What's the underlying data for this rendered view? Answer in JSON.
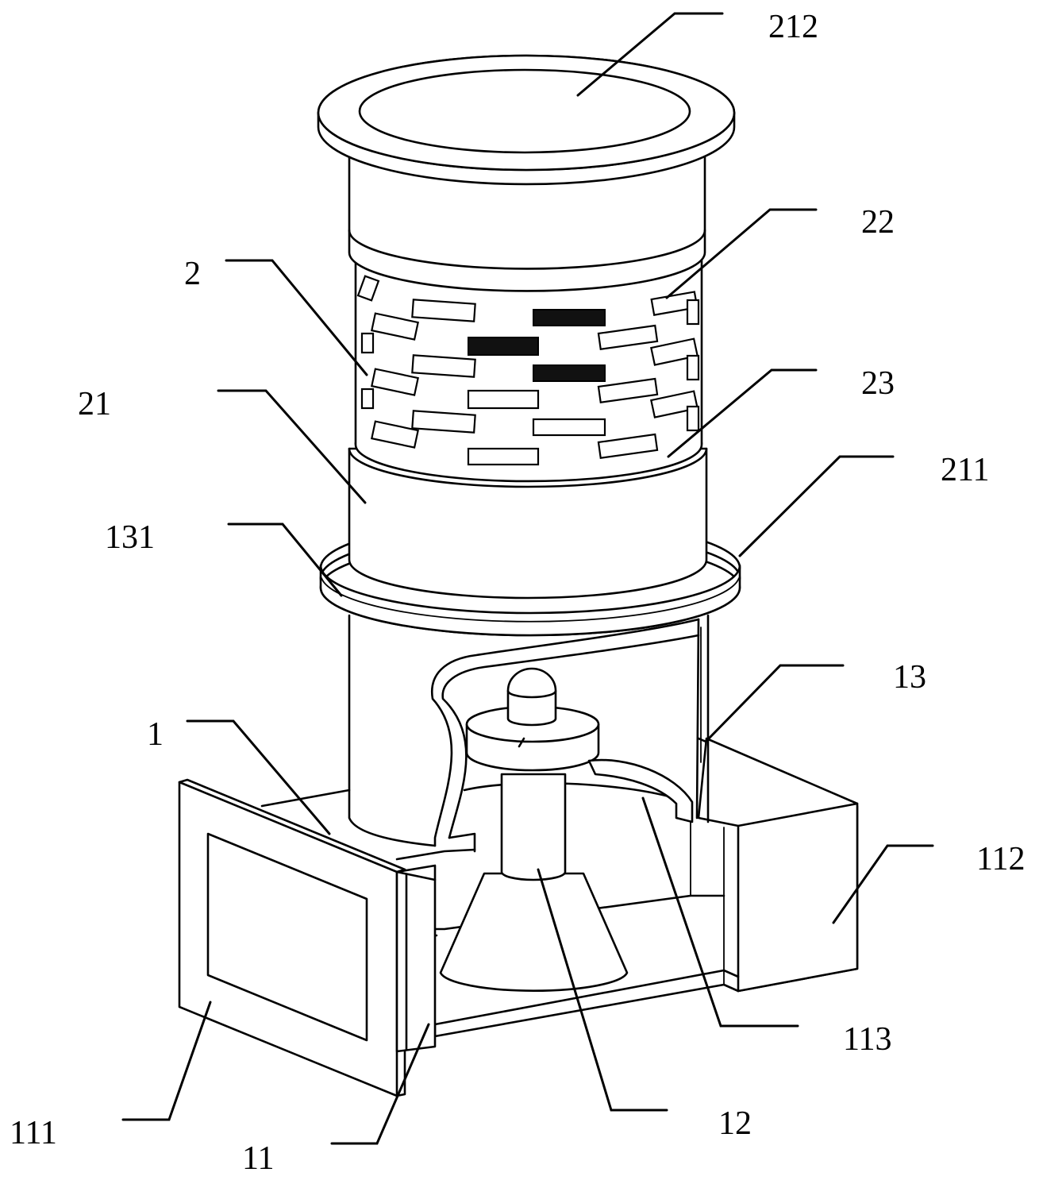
{
  "labels": {
    "l212": "212",
    "l22": "22",
    "l2": "2",
    "l23": "23",
    "l21": "21",
    "l211": "211",
    "l131": "131",
    "l13": "13",
    "l1": "1",
    "l112": "112",
    "l113": "113",
    "l111": "111",
    "l11": "11",
    "l12": "12"
  }
}
